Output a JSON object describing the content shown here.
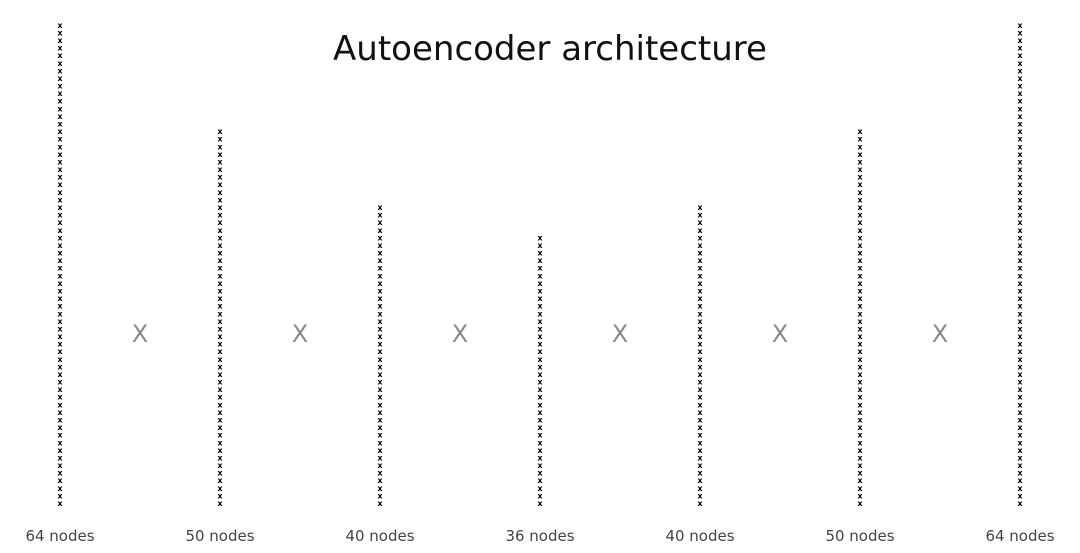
{
  "title": "Autoencoder architecture",
  "node_glyph": "x",
  "connector_glyph": "X",
  "layers": [
    {
      "nodes": 64,
      "label": "64 nodes"
    },
    {
      "nodes": 50,
      "label": "50 nodes"
    },
    {
      "nodes": 40,
      "label": "40 nodes"
    },
    {
      "nodes": 36,
      "label": "36 nodes"
    },
    {
      "nodes": 40,
      "label": "40 nodes"
    },
    {
      "nodes": 50,
      "label": "50 nodes"
    },
    {
      "nodes": 64,
      "label": "64 nodes"
    }
  ],
  "connections": 6
}
